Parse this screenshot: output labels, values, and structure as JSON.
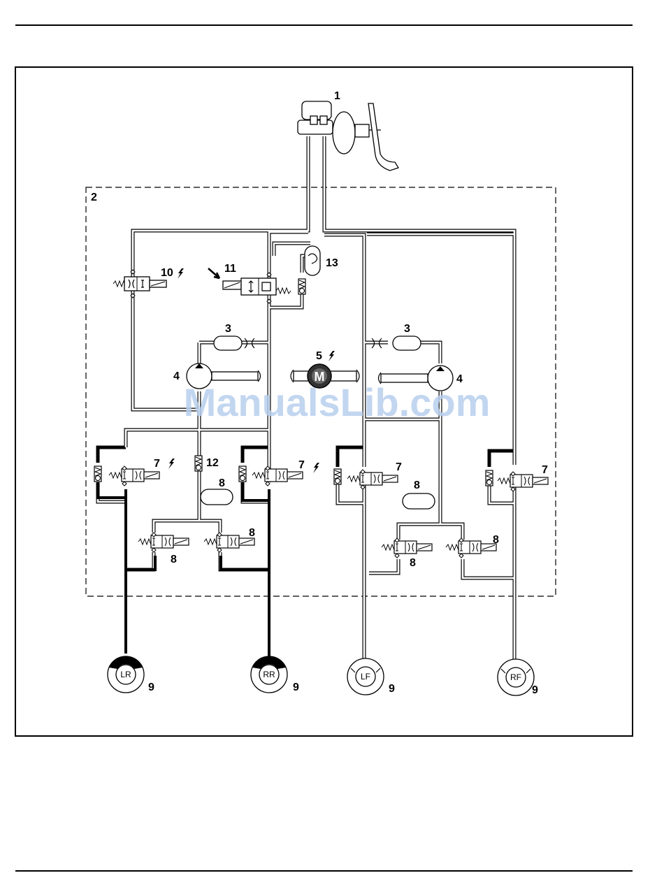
{
  "watermark": "ManualsLib.com",
  "labels": {
    "master_cylinder": "1",
    "hydraulic_unit": "2",
    "damper_left": "3",
    "damper_right": "3",
    "pump_left": "4",
    "pump_right": "4",
    "motor": "5",
    "valve7_a": "7",
    "valve7_b": "7",
    "valve7_c": "7",
    "valve7_d": "7",
    "accum8_a": "8",
    "accum8_b": "8",
    "valve8_a": "8",
    "valve8_b": "8",
    "valve8_c": "8",
    "valve8_d": "8",
    "valve10": "10",
    "valve11": "11",
    "check12": "12",
    "accum13": "13",
    "wheel9_lr": "9",
    "wheel9_rr": "9",
    "wheel9_lf": "9",
    "wheel9_rf": "9"
  },
  "motor_symbol": "M",
  "wheels": {
    "lr": "LR",
    "rr": "RR",
    "lf": "LF",
    "rf": "RF"
  },
  "icons": [
    "master-cylinder-icon",
    "brake-pedal-icon",
    "pump-icon",
    "motor-icon",
    "solenoid-valve-icon",
    "check-valve-icon",
    "accumulator-icon",
    "wheel-brake-icon",
    "electric-bolt-icon"
  ]
}
